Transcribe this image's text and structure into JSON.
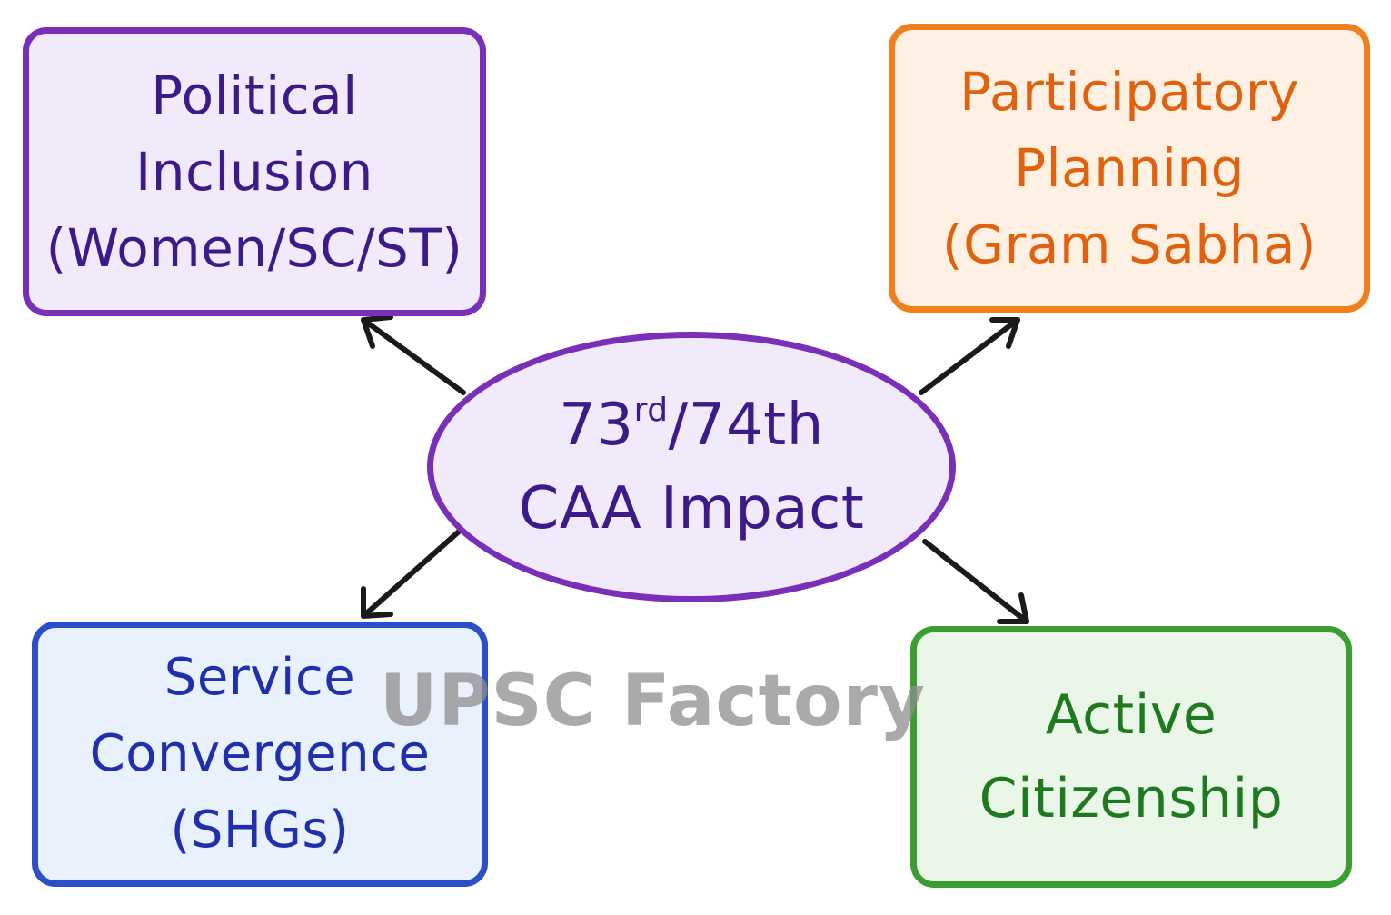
{
  "center": {
    "line1_number": "73",
    "line1_superscript": "rd",
    "line1_rest": "/74th",
    "line2": "CAA Impact",
    "color": "#3d1a8a",
    "border_color": "#7a2fb8",
    "fill_color": "#f1eafb"
  },
  "nodes": {
    "political": {
      "lines": [
        "Political",
        "Inclusion",
        "(Women/SC/ST)"
      ],
      "text_color": "#3d1a8a",
      "border_color": "#7a2fb8",
      "fill_color": "#f1eafb"
    },
    "participatory": {
      "lines": [
        "Participatory",
        "Planning",
        "(Gram Sabha)"
      ],
      "text_color": "#e0620f",
      "border_color": "#f07f1d",
      "fill_color": "#fff0e4"
    },
    "service": {
      "lines": [
        "Service",
        "Convergence",
        "(SHGs)"
      ],
      "text_color": "#1f2fae",
      "border_color": "#2a4fc6",
      "fill_color": "#e8f1fc"
    },
    "active": {
      "lines": [
        "Active",
        "Citizenship"
      ],
      "text_color": "#1f7a1f",
      "border_color": "#3a9e32",
      "fill_color": "#eaf6e7"
    }
  },
  "arrow_color": "#1a1a1a",
  "watermark": "UPSC Factory"
}
